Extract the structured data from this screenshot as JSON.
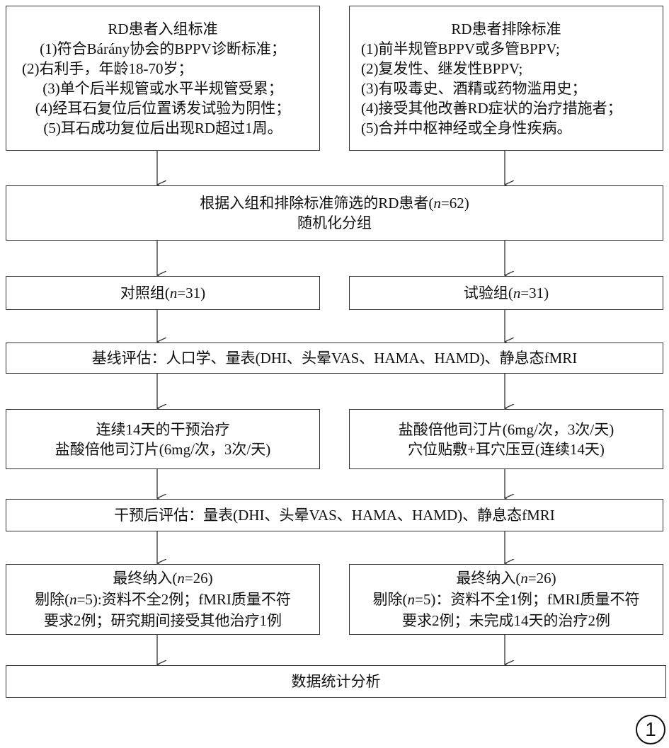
{
  "inclusion": {
    "title": "RD患者入组标准",
    "items": [
      "(1)符合Bárány协会的BPPV诊断标准；",
      "(2)右利手，年龄18-70岁；",
      "(3)单个后半规管或水平半规管受累；",
      "(4)经耳石复位后位置诱发试验为阴性；",
      "(5)耳石成功复位后出现RD超过1周。"
    ]
  },
  "exclusion": {
    "title": "RD患者排除标准",
    "items": [
      "(1)前半规管BPPV或多管BPPV;",
      "(2)复发性、继发性BPPV;",
      "(3)有吸毒史、酒精或药物滥用史；",
      "(4)接受其他改善RD症状的治疗措施者；",
      "(5)合并中枢神经或全身性疾病。"
    ]
  },
  "screening": {
    "line1_pre": "根据入组和排除标准筛选的RD患者(",
    "n_label": "n",
    "line1_post": "=62)",
    "line2": "随机化分组"
  },
  "control": {
    "pre": "对照组(",
    "n_label": "n",
    "post": "=31)"
  },
  "trial": {
    "pre": "试验组(",
    "n_label": "n",
    "post": "=31)"
  },
  "baseline": "基线评估：人口学、量表(DHI、头晕VAS、HAMA、HAMD)、静息态fMRI",
  "control_treatment": [
    "连续14天的干预治疗",
    "盐酸倍他司汀片(6mg/次，3次/天)"
  ],
  "trial_treatment": [
    "盐酸倍他司汀片(6mg/次，3次/天)",
    "穴位贴敷+耳穴压豆(连续14天)"
  ],
  "post": "干预后评估：量表(DHI、头晕VAS、HAMA、HAMD)、静息态fMRI",
  "control_final": {
    "l1_pre": "最终纳入(",
    "l1_post": "=26)",
    "l2_pre": "剔除(",
    "l2_post": "=5):资料不全2例；fMRI质量不符",
    "l3": "要求2例；研究期间接受其他治疗1例"
  },
  "trial_final": {
    "l1_pre": "最终纳入(",
    "l1_post": "=26)",
    "l2_pre": "剔除(",
    "l2_post": "=5)：资料不全1例；fMRI质量不符",
    "l3": "要求2例；未完成14天的治疗2例"
  },
  "n_label": "n",
  "analysis": "数据统计分析",
  "figure_number": "1"
}
